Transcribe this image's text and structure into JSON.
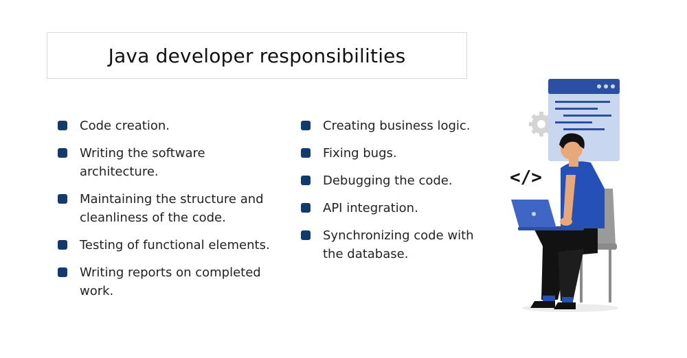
{
  "title": "Java developer responsibilities",
  "left_items": [
    "Code creation.",
    "Writing the software architecture.",
    "Maintaining the structure and cleanliness of the code.",
    "Testing of functional elements.",
    "Writing reports on completed work."
  ],
  "right_items": [
    "Creating business logic.",
    "Fixing bugs.",
    "Debugging the code.",
    "API integration.",
    "Synchronizing code with the database."
  ],
  "illustration": {
    "code_symbol": "</>"
  },
  "colors": {
    "bullet": "#123a6b",
    "accent": "#2b4fa3",
    "shirt": "#2450b8"
  }
}
